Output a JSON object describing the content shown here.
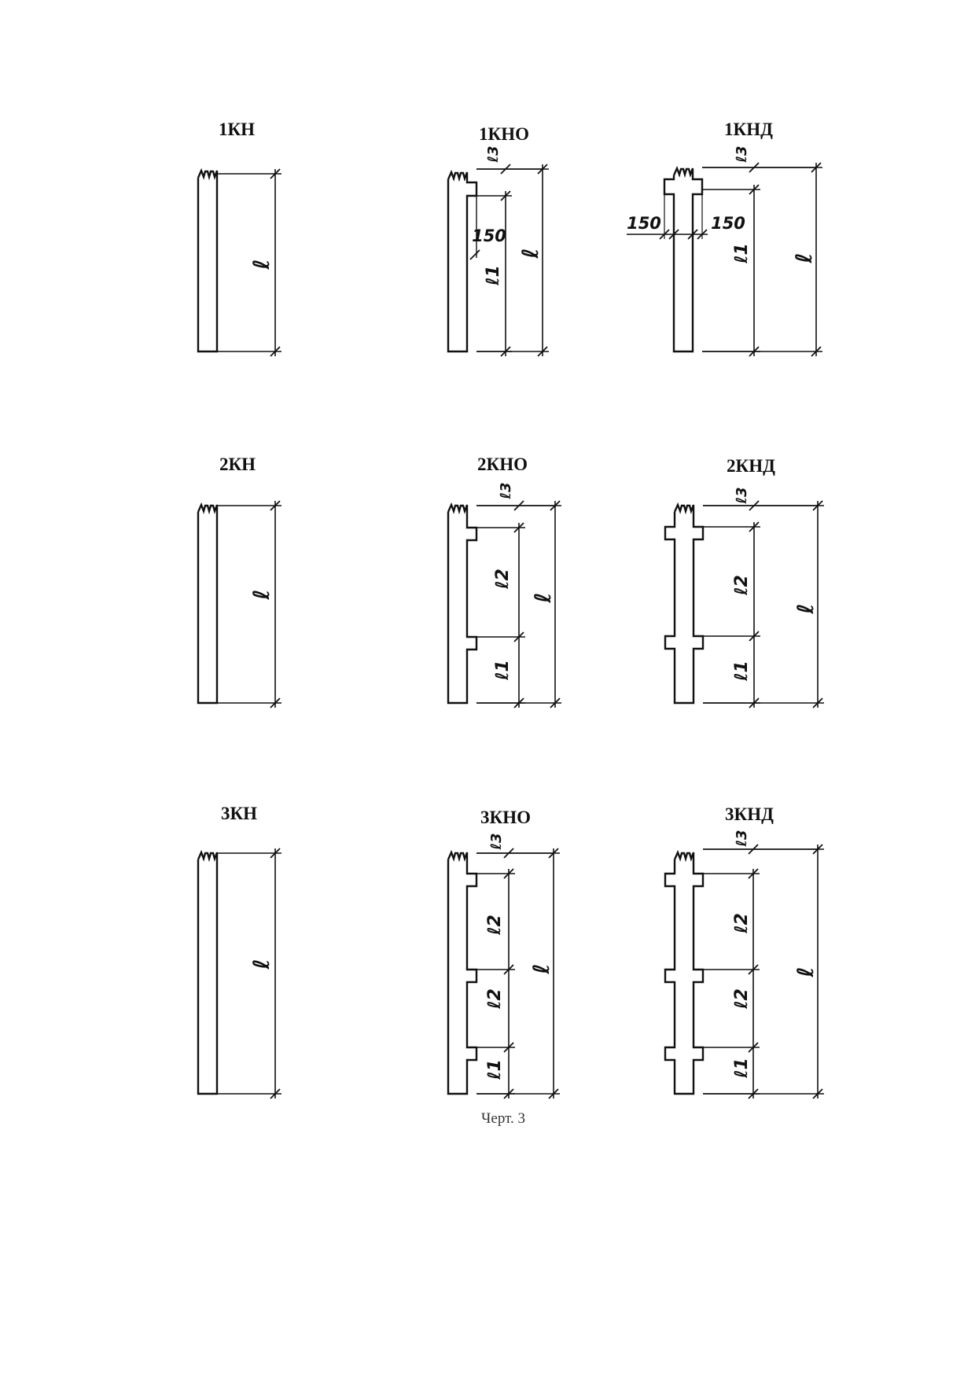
{
  "caption": "Черт. 3",
  "colors": {
    "ink": "#111111",
    "background": "#ffffff"
  },
  "dim_value": "150",
  "dim_symbols": {
    "l": "ℓ",
    "l1": "ℓ1",
    "l2": "ℓ2",
    "l3": "ℓ3"
  },
  "columns": [
    {
      "id": "1kn",
      "title": "1КН"
    },
    {
      "id": "1kno",
      "title": "1КНО"
    },
    {
      "id": "1knd",
      "title": "1КНД"
    },
    {
      "id": "2kn",
      "title": "2КН"
    },
    {
      "id": "2kno",
      "title": "2КНО"
    },
    {
      "id": "2knd",
      "title": "2КНД"
    },
    {
      "id": "3kn",
      "title": "3КН"
    },
    {
      "id": "3kno",
      "title": "3КНО"
    },
    {
      "id": "3knd",
      "title": "3КНД"
    }
  ]
}
